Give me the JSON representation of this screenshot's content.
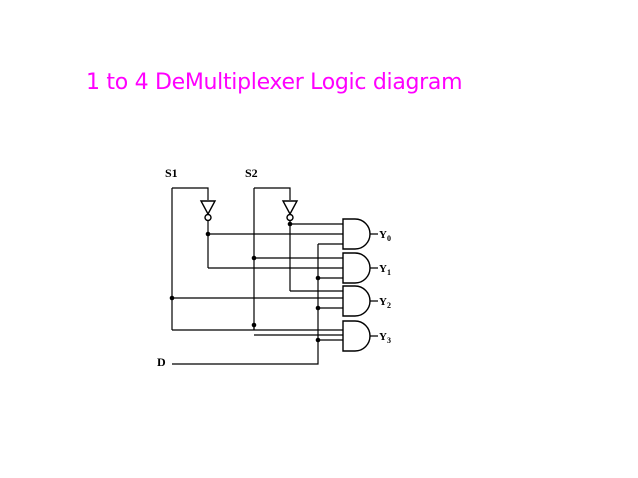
{
  "slide": {
    "title": "1 to 4 DeMultiplexer Logic diagram",
    "title_color": "#ff00ff"
  },
  "diagram": {
    "inputs": {
      "s1": "S1",
      "s2": "S2",
      "d": "D"
    },
    "outputs": [
      {
        "letter": "Y",
        "sub": "0"
      },
      {
        "letter": "Y",
        "sub": "1"
      },
      {
        "letter": "Y",
        "sub": "2"
      },
      {
        "letter": "Y",
        "sub": "3"
      }
    ],
    "line_color": "#000000"
  }
}
